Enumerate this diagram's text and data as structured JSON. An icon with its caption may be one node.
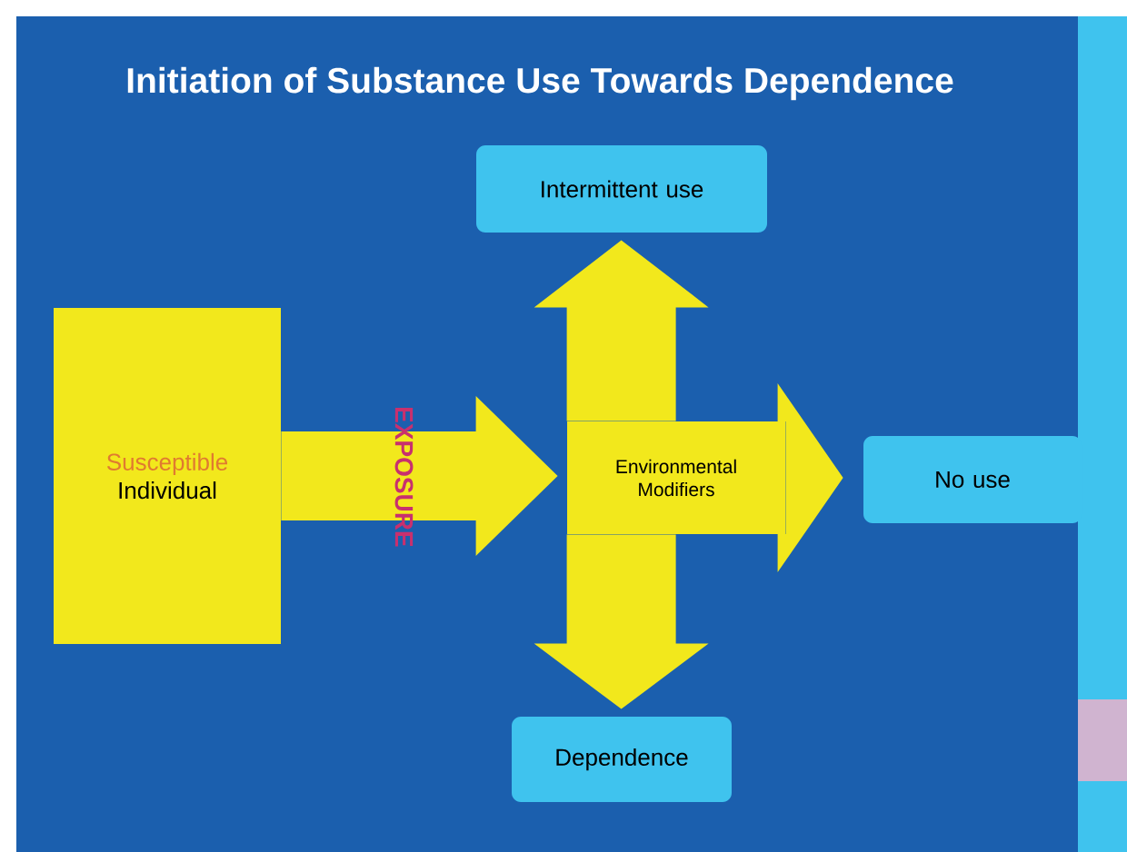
{
  "diagram": {
    "title": "Initiation of Substance Use Towards Dependence",
    "nodes": [
      {
        "text": [
          "Susceptible",
          "Individual"
        ]
      },
      {
        "text": [
          "Environmental Modifiers"
        ]
      },
      {
        "text": [
          "Intermittent use"
        ]
      },
      {
        "text": [
          "No use"
        ]
      },
      {
        "text": [
          "Dependence"
        ]
      }
    ],
    "edges": [
      {
        "from": 0,
        "to": 1,
        "arrow": "to",
        "label": "EXPOSURE"
      },
      {
        "from": 1,
        "to": 2,
        "arrow": "to"
      },
      {
        "from": 1,
        "to": 3,
        "arrow": "to"
      },
      {
        "from": 1,
        "to": 4,
        "arrow": "to"
      }
    ]
  }
}
